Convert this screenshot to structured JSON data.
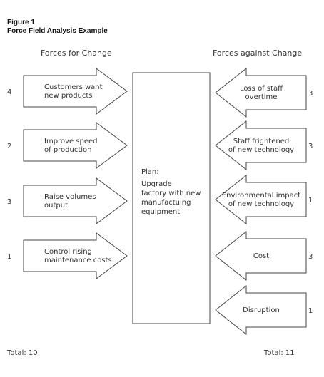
{
  "figure": {
    "number": "Figure 1",
    "title": "Force Field Analysis Example"
  },
  "headers": {
    "for": "Forces for Change",
    "against": "Forces against Change"
  },
  "forces_for": [
    {
      "lines": [
        "Customers want",
        "new products"
      ],
      "score": "4"
    },
    {
      "lines": [
        "Improve speed",
        "of production"
      ],
      "score": "2"
    },
    {
      "lines": [
        "Raise volumes",
        "output"
      ],
      "score": "3"
    },
    {
      "lines": [
        "Control rising",
        "maintenance costs"
      ],
      "score": "1"
    }
  ],
  "forces_against": [
    {
      "lines": [
        "Loss of staff",
        "overtime"
      ],
      "score": "3"
    },
    {
      "lines": [
        "Staff frightened",
        "of new technology"
      ],
      "score": "3"
    },
    {
      "lines": [
        "Environmental impact",
        "of new technology"
      ],
      "score": "1"
    },
    {
      "lines": [
        "Cost"
      ],
      "score": "3"
    },
    {
      "lines": [
        "Disruption"
      ],
      "score": "1"
    }
  ],
  "plan": {
    "lines": [
      "Plan:",
      "Upgrade",
      "factory with new",
      "manufactuing",
      "equipment"
    ]
  },
  "totals": {
    "for": "Total: 10",
    "against": "Total: 11"
  }
}
